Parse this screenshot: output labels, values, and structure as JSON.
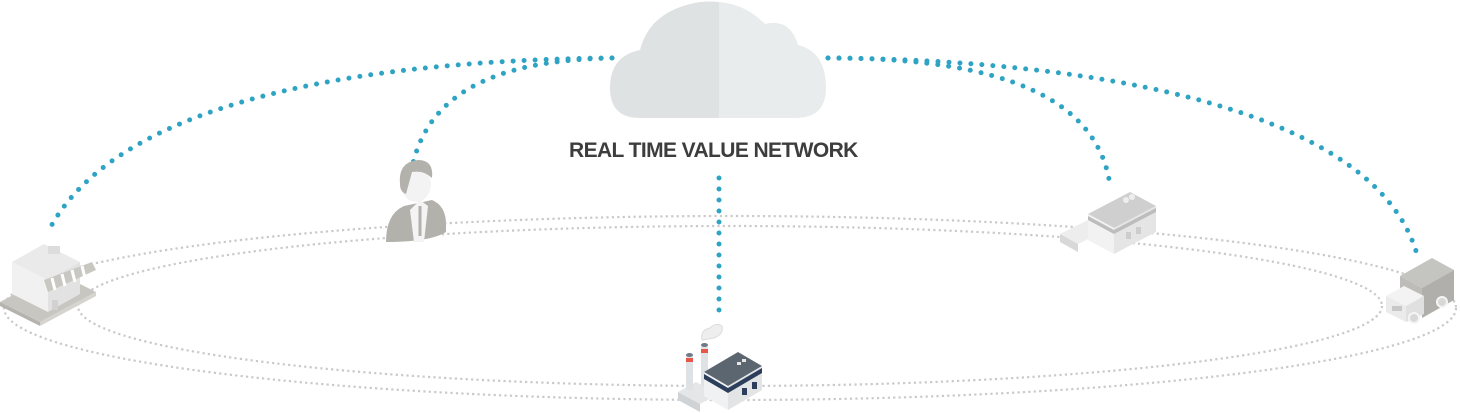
{
  "diagram": {
    "title": "REAL TIME VALUE NETWORK",
    "colors": {
      "link": "#2fa3c3",
      "ring": "#c9c9c9",
      "cloud_left": "#dfe2e3",
      "cloud_right": "#e8ecec",
      "title": "#3d3d3d",
      "accent_red": "#e8564a",
      "factory_navy": "#2c3e5c"
    },
    "hub": {
      "id": "cloud",
      "icon": "cloud-icon",
      "label": ""
    },
    "nodes": [
      {
        "id": "retail-store",
        "icon": "storefront-icon"
      },
      {
        "id": "person",
        "icon": "businessman-icon"
      },
      {
        "id": "factory",
        "icon": "factory-icon"
      },
      {
        "id": "warehouse",
        "icon": "warehouse-icon"
      },
      {
        "id": "truck",
        "icon": "truck-icon"
      }
    ],
    "links": [
      {
        "from": "cloud",
        "to": "retail-store"
      },
      {
        "from": "cloud",
        "to": "person"
      },
      {
        "from": "cloud",
        "to": "factory"
      },
      {
        "from": "cloud",
        "to": "warehouse"
      },
      {
        "from": "cloud",
        "to": "truck"
      }
    ]
  }
}
